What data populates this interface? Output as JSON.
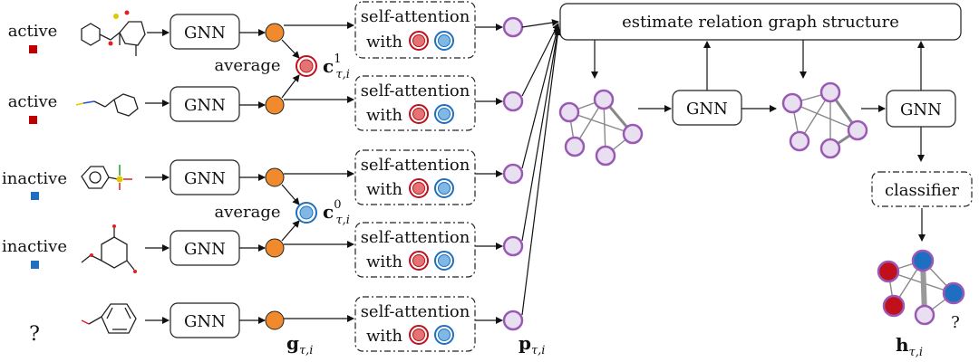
{
  "rows": [
    {
      "label": "active",
      "marker_color": "#c00000"
    },
    {
      "label": "active",
      "marker_color": "#c00000"
    },
    {
      "label": "inactive",
      "marker_color": "#1f6fc0"
    },
    {
      "label": "inactive",
      "marker_color": "#1f6fc0"
    },
    {
      "label": "?",
      "marker_color": ""
    }
  ],
  "gnn_label": "GNN",
  "average_label": "average",
  "self_attention_line1": "self-attention",
  "self_attention_line2": "with",
  "estimate_label": "estimate relation graph structure",
  "classifier_label": "classifier",
  "question_mark": "?",
  "math": {
    "c1": {
      "base": "c",
      "sup": "1",
      "sub": "τ,i"
    },
    "c0": {
      "base": "c",
      "sup": "0",
      "sub": "τ,i"
    },
    "g": {
      "base": "g",
      "sub": "τ,i"
    },
    "p": {
      "base": "p",
      "sub": "τ,i"
    },
    "h": {
      "base": "h",
      "sub": "τ,i"
    }
  },
  "colors": {
    "orange": "#f08a2c",
    "purple": "#9b59b6",
    "purple_fill": "#e8dff0",
    "red": "#c0101c",
    "red_fill": "#e57373",
    "blue": "#1f6fc0",
    "blue_fill": "#7fb8e6"
  }
}
